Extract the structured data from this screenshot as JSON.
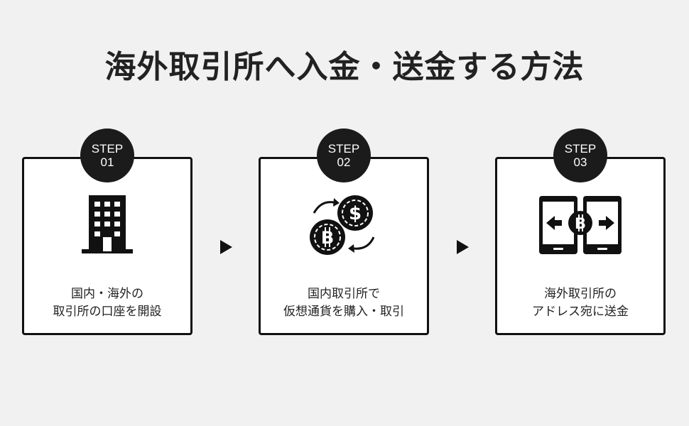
{
  "title": "海外取引所へ入金・送金する方法",
  "steps": [
    {
      "label": "STEP",
      "number": "01",
      "line1": "国内・海外の",
      "line2": "取引所の口座を開設",
      "icon": "office-building-icon"
    },
    {
      "label": "STEP",
      "number": "02",
      "line1": "国内取引所で",
      "line2": "仮想通貨を購入・取引",
      "icon": "crypto-exchange-icon"
    },
    {
      "label": "STEP",
      "number": "03",
      "line1": "海外取引所の",
      "line2": "アドレス宛に送金",
      "icon": "phone-transfer-icon"
    }
  ],
  "colors": {
    "background": "#f1f1f1",
    "dark": "#1b1b1b",
    "card": "#ffffff"
  }
}
